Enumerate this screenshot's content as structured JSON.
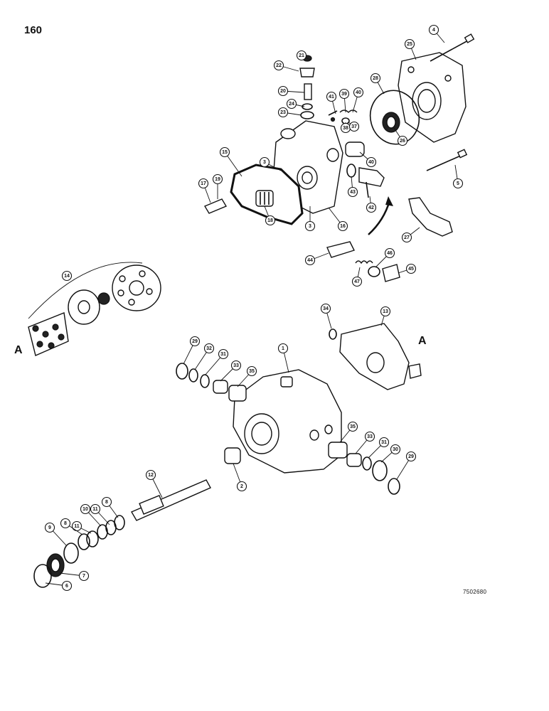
{
  "page": {
    "number": "160",
    "drawing_code": "7502680"
  },
  "reference_letters": {
    "left": "A",
    "right": "A"
  },
  "callouts": [
    {
      "id": "c21",
      "label": "21"
    },
    {
      "id": "c22",
      "label": "22"
    },
    {
      "id": "c20",
      "label": "20"
    },
    {
      "id": "c24",
      "label": "24"
    },
    {
      "id": "c23",
      "label": "23"
    },
    {
      "id": "c41",
      "label": "41"
    },
    {
      "id": "c39",
      "label": "39"
    },
    {
      "id": "c40a",
      "label": "40"
    },
    {
      "id": "c38",
      "label": "38"
    },
    {
      "id": "c37",
      "label": "37"
    },
    {
      "id": "c28",
      "label": "28"
    },
    {
      "id": "c25",
      "label": "25"
    },
    {
      "id": "c4",
      "label": "4"
    },
    {
      "id": "c26",
      "label": "26"
    },
    {
      "id": "c15",
      "label": "15"
    },
    {
      "id": "c3a",
      "label": "3"
    },
    {
      "id": "c19",
      "label": "19"
    },
    {
      "id": "c17",
      "label": "17"
    },
    {
      "id": "c18",
      "label": "18"
    },
    {
      "id": "c3b",
      "label": "3"
    },
    {
      "id": "c16",
      "label": "16"
    },
    {
      "id": "c40b",
      "label": "40"
    },
    {
      "id": "c43",
      "label": "43"
    },
    {
      "id": "c42",
      "label": "42"
    },
    {
      "id": "c5",
      "label": "5"
    },
    {
      "id": "c27",
      "label": "27"
    },
    {
      "id": "c44",
      "label": "44"
    },
    {
      "id": "c46",
      "label": "46"
    },
    {
      "id": "c45",
      "label": "45"
    },
    {
      "id": "c47",
      "label": "47"
    },
    {
      "id": "c14",
      "label": "14"
    },
    {
      "id": "c34",
      "label": "34"
    },
    {
      "id": "c13",
      "label": "13"
    },
    {
      "id": "c29a",
      "label": "29"
    },
    {
      "id": "c32",
      "label": "32"
    },
    {
      "id": "c31a",
      "label": "31"
    },
    {
      "id": "c33a",
      "label": "33"
    },
    {
      "id": "c35a",
      "label": "35"
    },
    {
      "id": "c1",
      "label": "1"
    },
    {
      "id": "c35b",
      "label": "35"
    },
    {
      "id": "c33b",
      "label": "33"
    },
    {
      "id": "c31b",
      "label": "31"
    },
    {
      "id": "c30",
      "label": "30"
    },
    {
      "id": "c29b",
      "label": "29"
    },
    {
      "id": "c2",
      "label": "2"
    },
    {
      "id": "c12",
      "label": "12"
    },
    {
      "id": "c8a",
      "label": "8"
    },
    {
      "id": "c11a",
      "label": "11"
    },
    {
      "id": "c10",
      "label": "10"
    },
    {
      "id": "c11b",
      "label": "11"
    },
    {
      "id": "c9",
      "label": "9"
    },
    {
      "id": "c8b",
      "label": "8"
    },
    {
      "id": "c7",
      "label": "7"
    },
    {
      "id": "c6",
      "label": "6"
    }
  ]
}
